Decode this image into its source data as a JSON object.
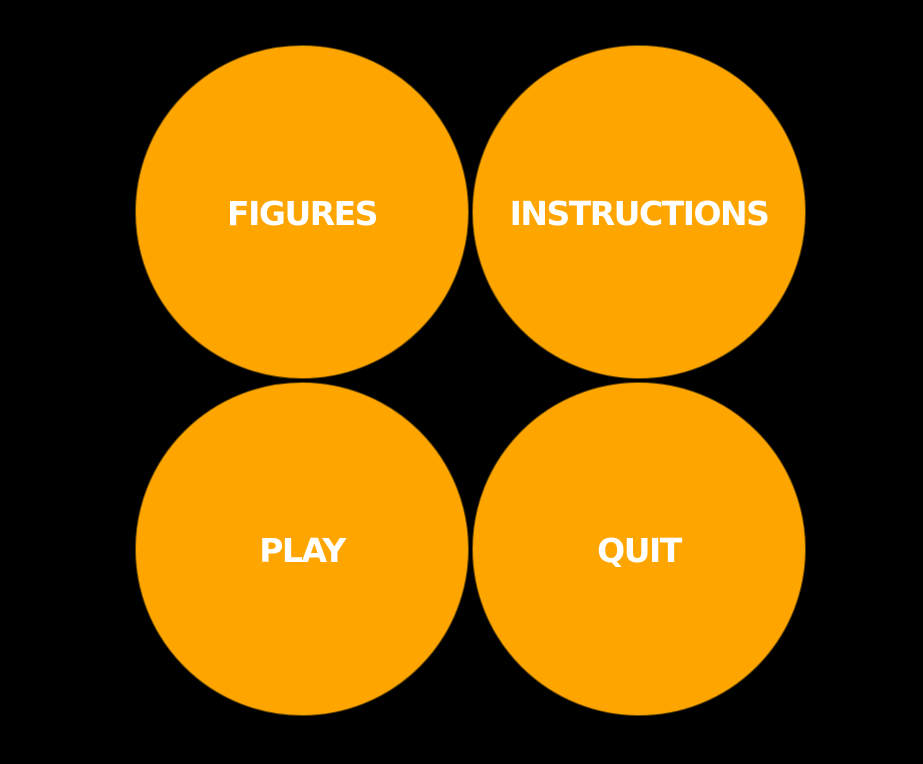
{
  "theme": {
    "background": "#000000",
    "button_color": "#FFA500",
    "text_color": "#FFFFFF"
  },
  "menu": {
    "buttons": [
      {
        "id": "figures",
        "label": "FIGURES"
      },
      {
        "id": "instructions",
        "label": "INSTRUCTIONS"
      },
      {
        "id": "play",
        "label": "PLAY"
      },
      {
        "id": "quit",
        "label": "QUIT"
      }
    ]
  }
}
